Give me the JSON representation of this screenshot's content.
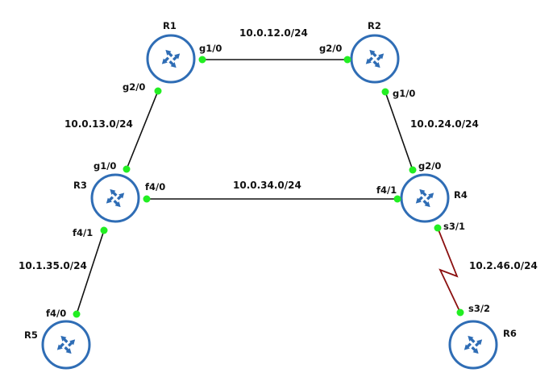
{
  "colors": {
    "router_stroke": "#2f6db5",
    "router_fill": "#ffffff",
    "arrow": "#2f6db5",
    "ethernet_link": "#111111",
    "serial_link": "#8b1010",
    "port_dot": "#22ee22"
  },
  "icons": {
    "router": "router-icon"
  },
  "routers": [
    {
      "id": "R1",
      "label": "R1"
    },
    {
      "id": "R2",
      "label": "R2"
    },
    {
      "id": "R3",
      "label": "R3"
    },
    {
      "id": "R4",
      "label": "R4"
    },
    {
      "id": "R5",
      "label": "R5"
    },
    {
      "id": "R6",
      "label": "R6"
    }
  ],
  "links": [
    {
      "id": "r1-r2",
      "type": "ethernet",
      "network": "10.0.12.0/24",
      "a": {
        "router": "R1",
        "port": "g1/0"
      },
      "b": {
        "router": "R2",
        "port": "g2/0"
      }
    },
    {
      "id": "r1-r3",
      "type": "ethernet",
      "network": "10.0.13.0/24",
      "a": {
        "router": "R1",
        "port": "g2/0"
      },
      "b": {
        "router": "R3",
        "port": "g1/0"
      }
    },
    {
      "id": "r2-r4",
      "type": "ethernet",
      "network": "10.0.24.0/24",
      "a": {
        "router": "R2",
        "port": "g1/0"
      },
      "b": {
        "router": "R4",
        "port": "g2/0"
      }
    },
    {
      "id": "r3-r4",
      "type": "ethernet",
      "network": "10.0.34.0/24",
      "a": {
        "router": "R3",
        "port": "f4/0"
      },
      "b": {
        "router": "R4",
        "port": "f4/1"
      }
    },
    {
      "id": "r3-r5",
      "type": "ethernet",
      "network": "10.1.35.0/24",
      "a": {
        "router": "R3",
        "port": "f4/1"
      },
      "b": {
        "router": "R5",
        "port": "f4/0"
      }
    },
    {
      "id": "r4-r6",
      "type": "serial",
      "network": "10.2.46.0/24",
      "a": {
        "router": "R4",
        "port": "s3/1"
      },
      "b": {
        "router": "R6",
        "port": "s3/2"
      }
    }
  ]
}
